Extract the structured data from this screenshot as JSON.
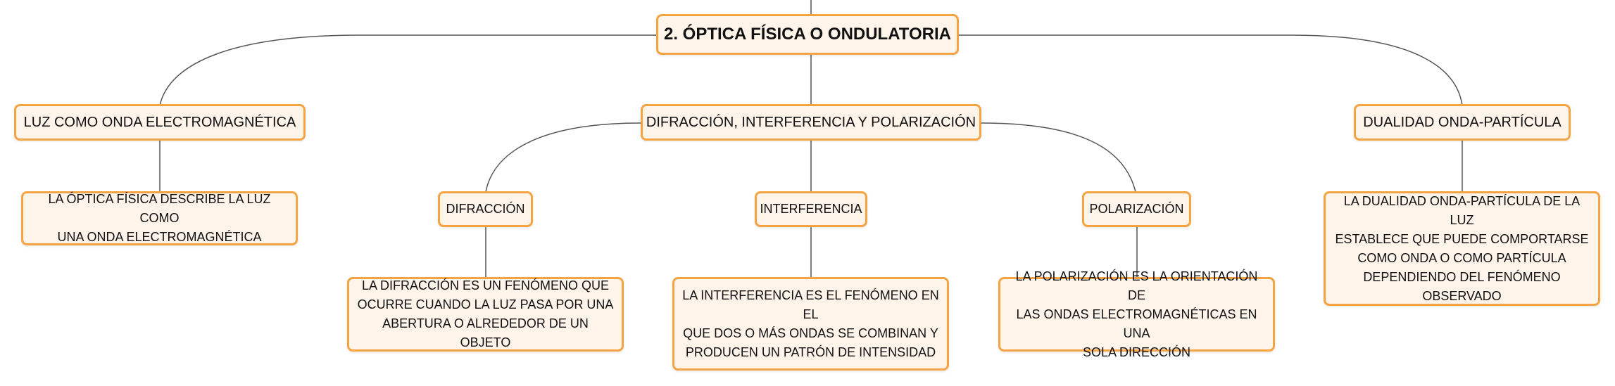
{
  "colors": {
    "node_border": "#f5a441",
    "node_fill": "#fef4ea",
    "line": "#555555"
  },
  "root": {
    "label": "2. ÓPTICA FÍSICA O ONDULATORIA"
  },
  "branches": {
    "luz": {
      "label": "LUZ COMO ONDA ELECTROMAGNÉTICA",
      "desc": [
        "LA ÓPTICA FÍSICA DESCRIBE LA LUZ COMO",
        "UNA ONDA ELECTROMAGNÉTICA"
      ]
    },
    "dif_int_pol": {
      "label": "DIFRACCIÓN, INTERFERENCIA Y POLARIZACIÓN",
      "children": {
        "difraccion": {
          "label": "DIFRACCIÓN",
          "desc": [
            "LA DIFRACCIÓN ES UN FENÓMENO QUE",
            "OCURRE CUANDO LA LUZ PASA POR UNA",
            "ABERTURA O ALREDEDOR DE UN OBJETO"
          ]
        },
        "interferencia": {
          "label": "INTERFERENCIA",
          "desc": [
            "LA INTERFERENCIA ES EL FENÓMENO EN EL",
            "QUE DOS O MÁS ONDAS SE COMBINAN Y",
            "PRODUCEN UN PATRÓN DE INTENSIDAD"
          ]
        },
        "polarizacion": {
          "label": "POLARIZACIÓN",
          "desc": [
            "LA POLARIZACIÓN ES LA ORIENTACIÓN DE",
            "LAS ONDAS ELECTROMAGNÉTICAS EN UNA",
            "SOLA DIRECCIÓN"
          ]
        }
      }
    },
    "dualidad": {
      "label": "DUALIDAD ONDA-PARTÍCULA",
      "desc": [
        "LA DUALIDAD ONDA-PARTÍCULA DE LA LUZ",
        "ESTABLECE QUE PUEDE COMPORTARSE",
        "COMO ONDA O COMO PARTÍCULA",
        "DEPENDIENDO DEL FENÓMENO OBSERVADO"
      ]
    }
  }
}
